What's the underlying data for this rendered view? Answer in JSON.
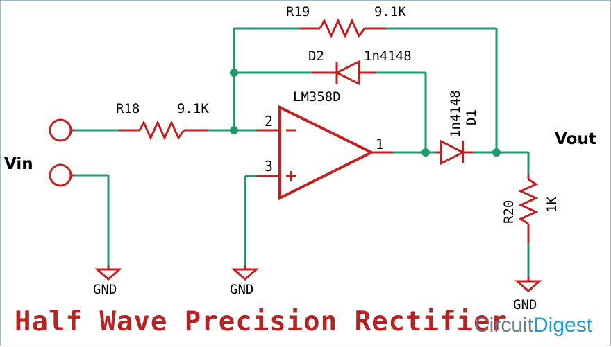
{
  "diagram": {
    "title": "Half Wave Precision Rectifier",
    "brand": {
      "part1": "Circuit",
      "part2": "Digest"
    },
    "labels": {
      "vin": "Vin",
      "vout": "Vout",
      "r19_name": "R19",
      "r19_value": "9.1K",
      "r18_name": "R18",
      "r18_value": "9.1K",
      "d2_name": "D2",
      "d2_part": "1n4148",
      "d1_part": "1n4148",
      "d1_name": "D1",
      "opamp": "LM358D",
      "r20_name": "R20",
      "r20_value": "1K",
      "gnd1": "GND",
      "gnd2": "GND",
      "gnd3": "GND",
      "pin_inv": "2",
      "pin_noninv": "3",
      "pin_out": "1"
    },
    "colors": {
      "wire": "#1f9a6b",
      "component": "#c02020",
      "title": "#b52424",
      "brand_gray": "#6c7a86",
      "brand_blue": "#1e9bd6"
    }
  }
}
